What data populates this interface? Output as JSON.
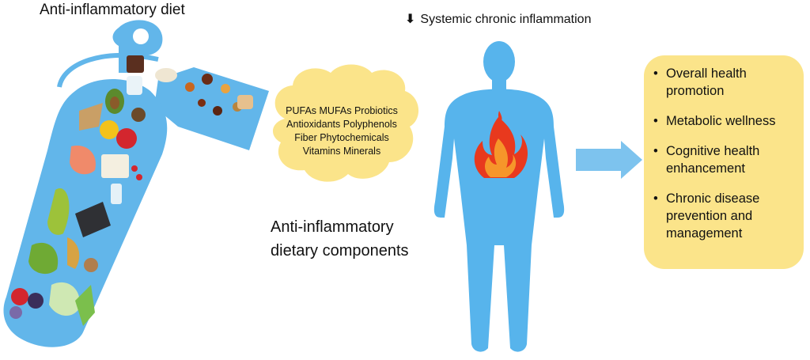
{
  "diet": {
    "title": "Anti-inflammatory diet"
  },
  "inflammation": {
    "arrow_glyph": "⬇",
    "label": "Systemic chronic inflammation"
  },
  "components": {
    "cloud_items": [
      "PUFAs MUFAs Probiotics",
      "Antioxidants Polyphenols",
      "Fiber Phytochemicals",
      "Vitamins Minerals"
    ],
    "label_lines": [
      "Anti-inflammatory",
      "dietary components"
    ]
  },
  "benefits": {
    "bullet": "•",
    "items": [
      "Overall health promotion",
      "Metabolic wellness",
      "Cognitive health enhancement",
      "Chronic disease prevention and management"
    ]
  },
  "colors": {
    "extinguisher_blue": "#62b6ea",
    "body_blue": "#57b4ec",
    "cloud_yellow": "#fbe48a",
    "arrow_blue": "#7dc3ee",
    "box_yellow": "#fbe48a",
    "flame_red": "#e8391e",
    "flame_orange": "#f6962a"
  }
}
